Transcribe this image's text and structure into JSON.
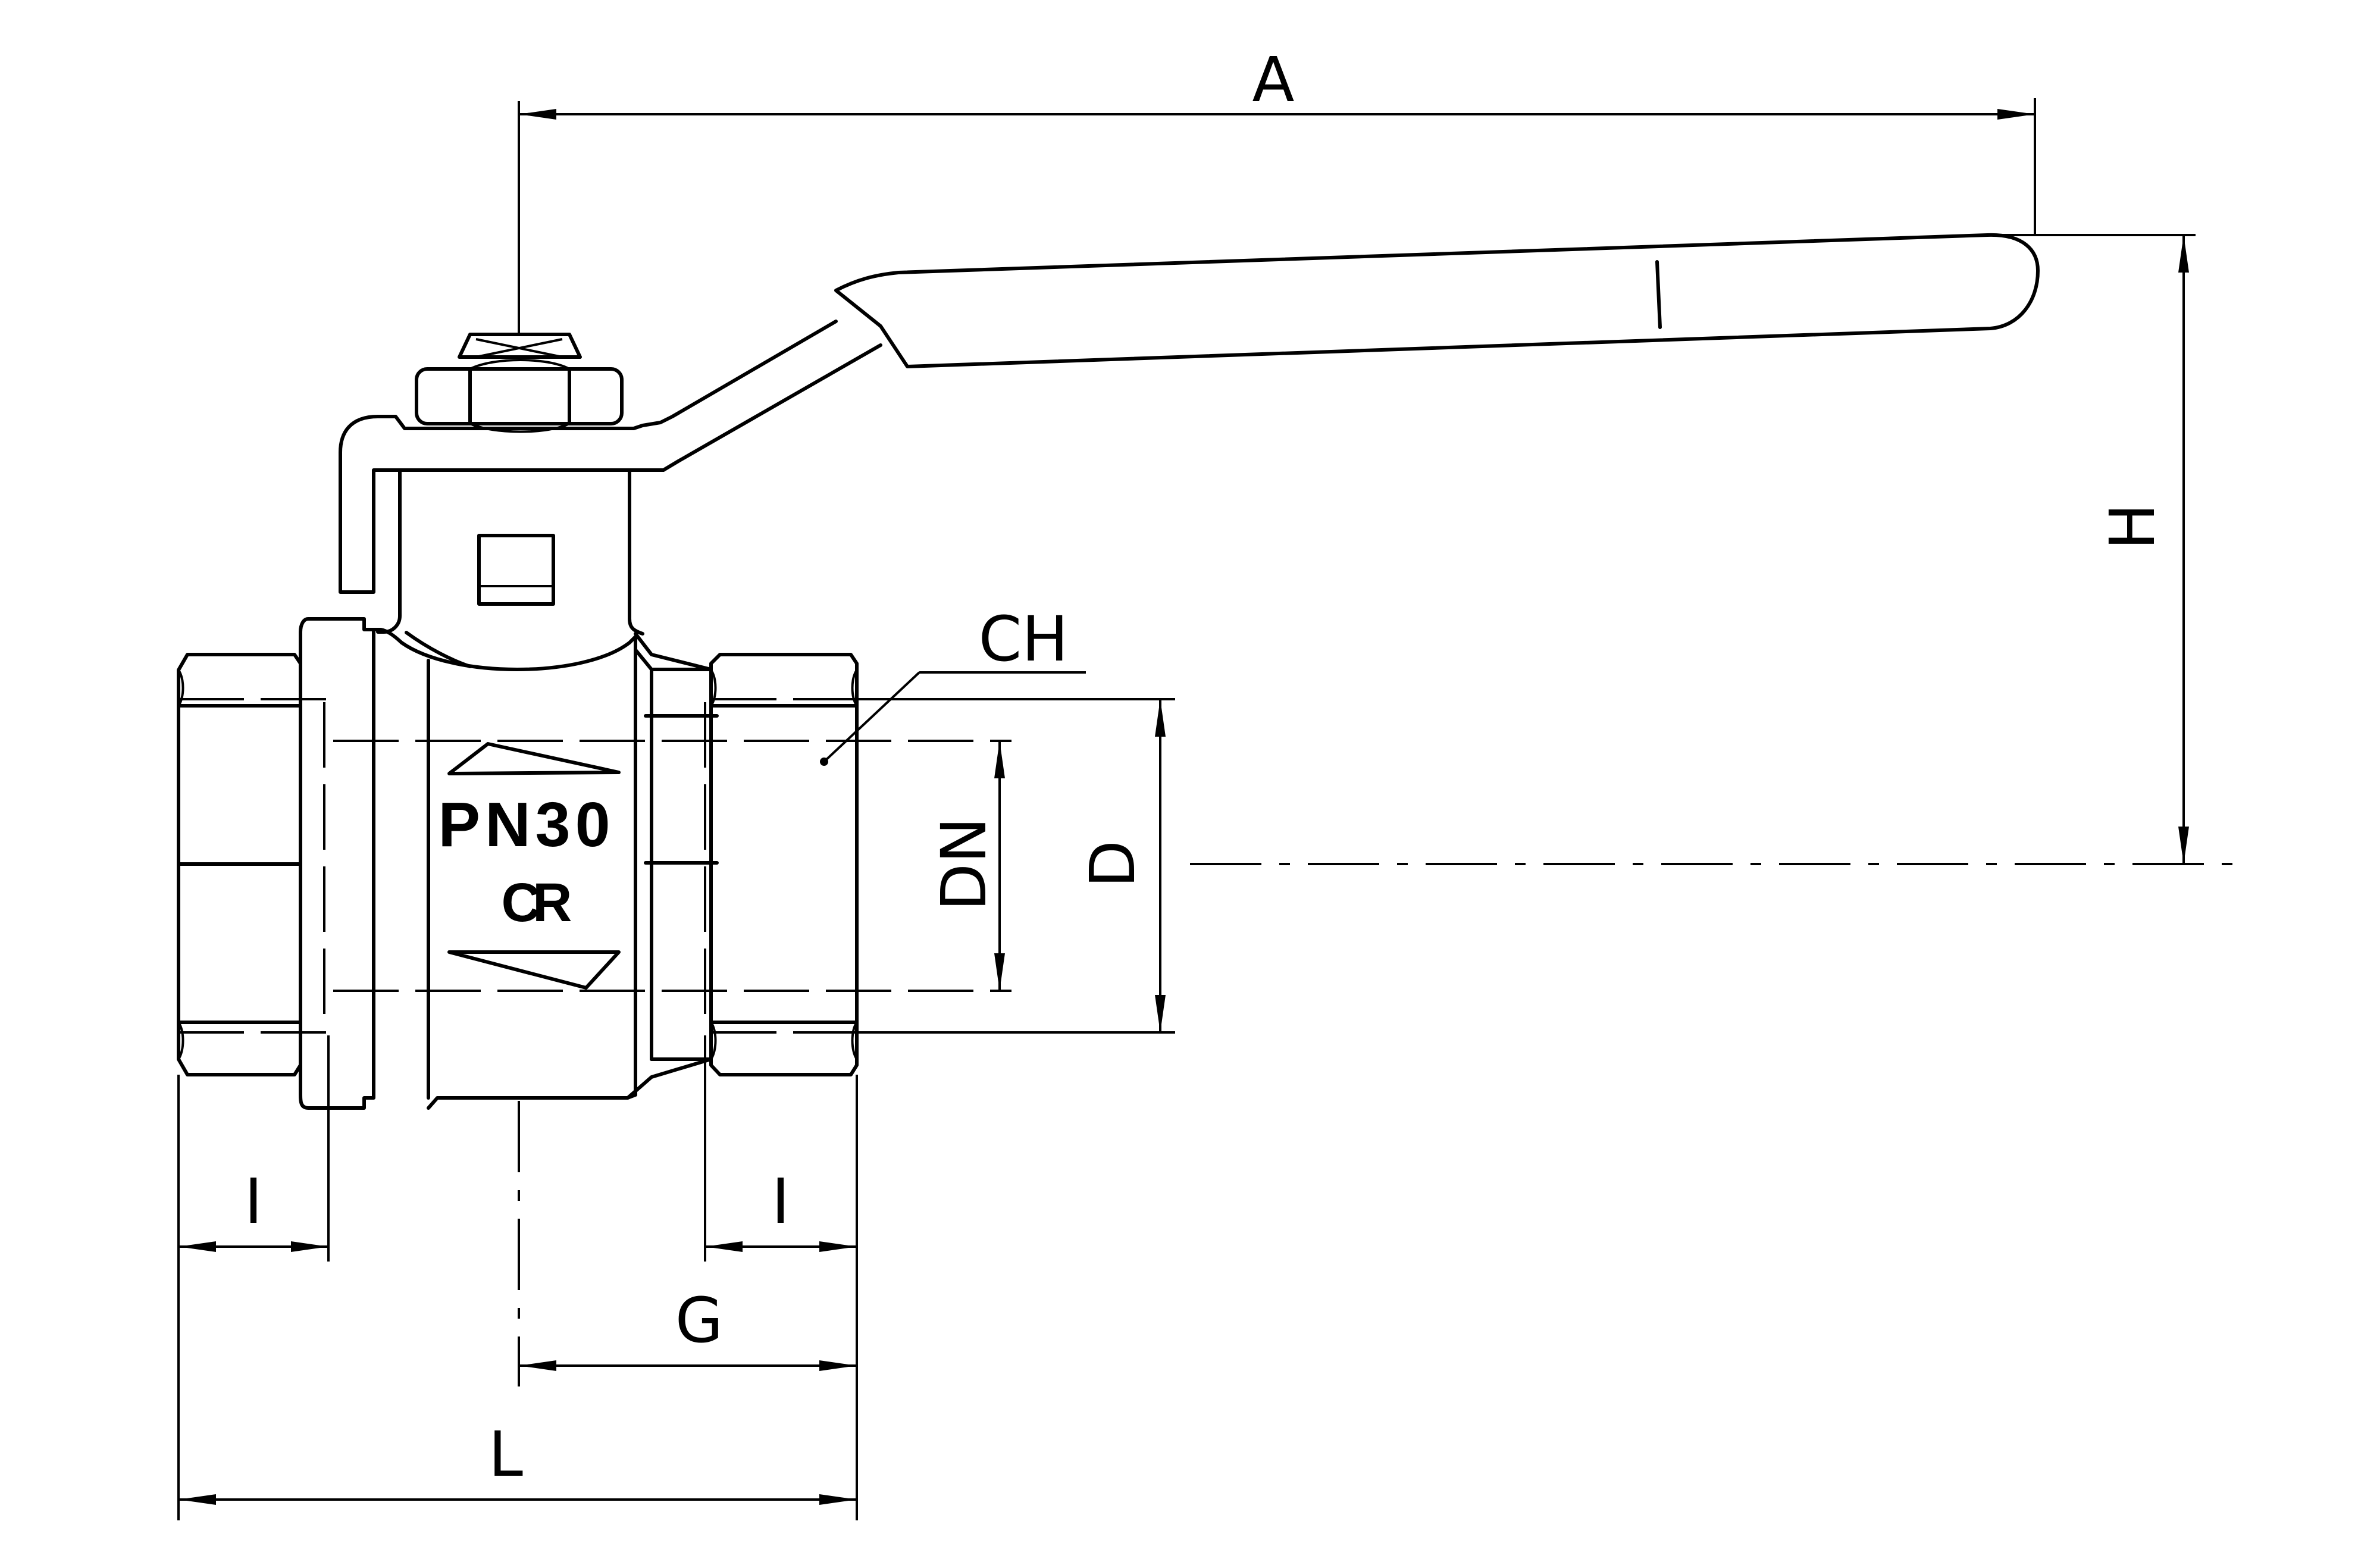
{
  "dimensions": {
    "A": "A",
    "H": "H",
    "CH": "CH",
    "DN": "DN",
    "D": "D",
    "I_left": "I",
    "I_right": "I",
    "G": "G",
    "L": "L"
  },
  "body_marking": {
    "pressure": "PN30",
    "logo": "CR"
  }
}
